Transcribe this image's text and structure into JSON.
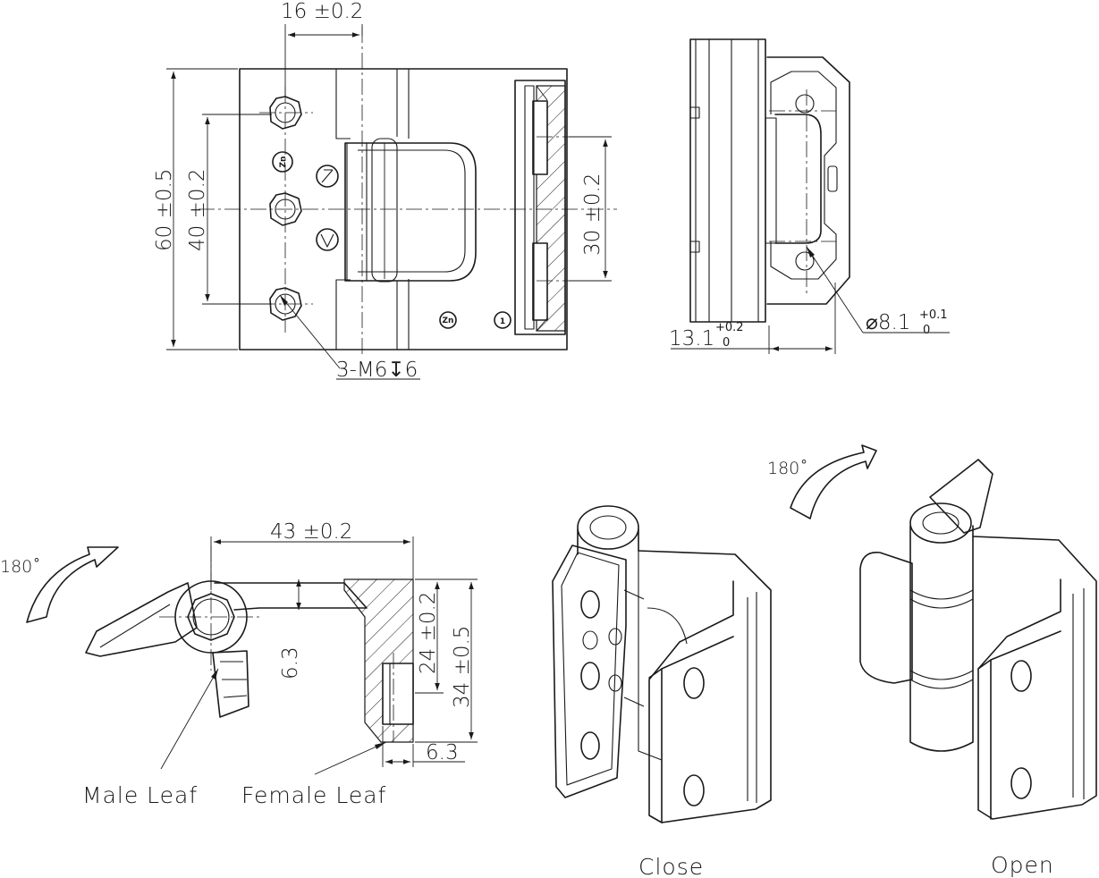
{
  "dimensions": {
    "top_width": "16 ±0.2",
    "height_total": "60 ±0.5",
    "height_holes": "40 ±0.2",
    "height_slot": "30 ±0.2",
    "thread_note": "3-M6↧6",
    "side_offset": "13.1",
    "side_offset_upper": "+0.2",
    "side_offset_lower": "0",
    "pin_dia": "⌀8.1",
    "pin_dia_upper": "+0.1",
    "pin_dia_lower": "0",
    "leaf_length": "43 ±0.2",
    "leaf_thickness": "6.3",
    "depth_inner": "24 ±0.2",
    "depth_outer": "34 ±0.5",
    "depth_step": "6.3"
  },
  "rotation": {
    "left_angle": "180˚",
    "right_angle": "180˚"
  },
  "captions": {
    "male_leaf": "Male Leaf",
    "female_leaf": "Female Leaf",
    "close": "Close",
    "open": "Open"
  },
  "marks": {
    "material": "Zn",
    "index": "1"
  }
}
